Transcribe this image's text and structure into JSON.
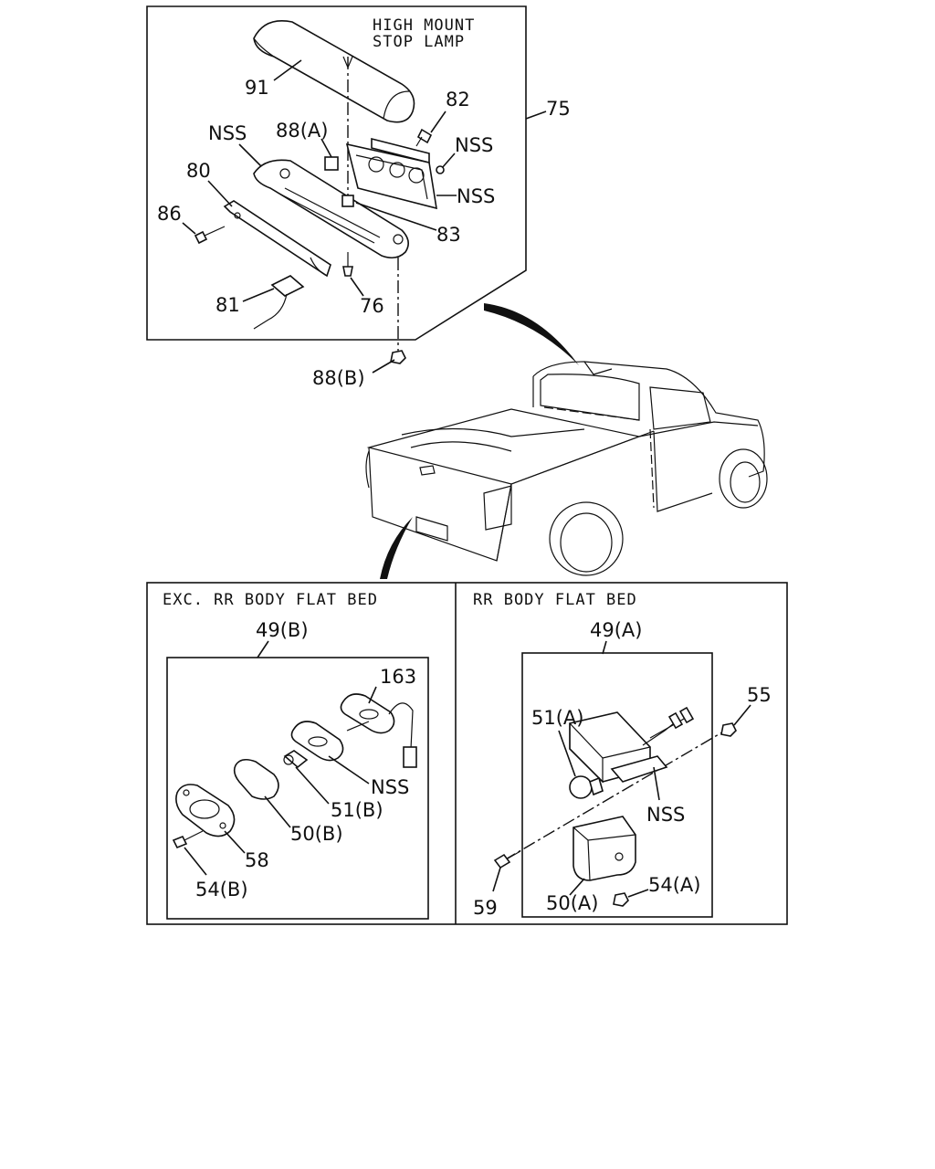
{
  "top_panel": {
    "caption_line1": "HIGH  MOUNT",
    "caption_line2": "STOP  LAMP",
    "labels": {
      "p91": "91",
      "p82": "82",
      "p75": "75",
      "p88a": "88(A)",
      "nss_left": "NSS",
      "nss_right_upper": "NSS",
      "nss_right_lower": "NSS",
      "p80": "80",
      "p86": "86",
      "p83": "83",
      "p81": "81",
      "p76": "76"
    }
  },
  "below_top": {
    "p88b": "88(B)"
  },
  "bottom_left": {
    "caption": "EXC. RR  BODY  FLAT  BED",
    "assembly": "49(B)",
    "labels": {
      "p163": "163",
      "nss": "NSS",
      "p51b": "51(B)",
      "p50b": "50(B)",
      "p58": "58",
      "p54b": "54(B)"
    }
  },
  "bottom_right": {
    "caption": "RR  BODY  FLAT  BED",
    "assembly": "49(A)",
    "labels": {
      "p55": "55",
      "p51a": "51(A)",
      "nss": "NSS",
      "p54a": "54(A)",
      "p50a": "50(A)",
      "p59": "59"
    }
  }
}
